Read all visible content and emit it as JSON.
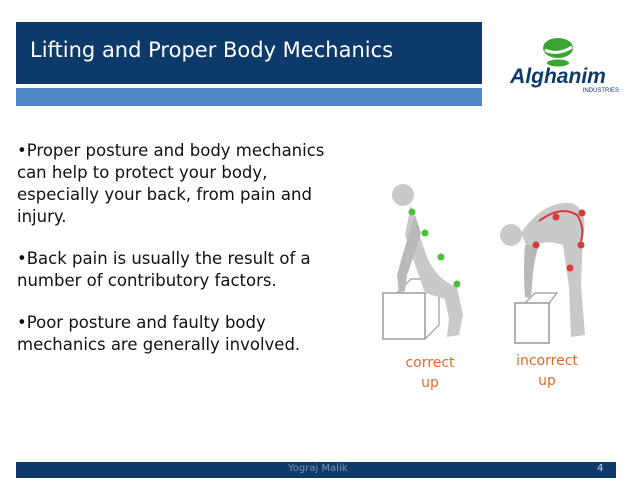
{
  "slide": {
    "title": "Lifting and Proper Body Mechanics",
    "logo_text": "Alghanim",
    "logo_subtext": "INDUSTRIES",
    "bullets": [
      "•Proper posture and body mechanics can help to protect your body, especially your back, from pain and injury.",
      "•Back pain is usually the result of a number of contributory factors.",
      "•Poor posture and faulty body mechanics are generally involved."
    ],
    "figure": {
      "left_caption_line1": "correct",
      "left_caption_line2": "up",
      "right_caption_line1": "incorrect",
      "right_caption_line2": "up"
    },
    "footer": {
      "author": "Yograj Malik",
      "page_number": "4"
    }
  },
  "colors": {
    "title_bar": "#0e3a6b",
    "title_strip": "#4f86c6",
    "logo_green": "#3aa535",
    "logo_navy": "#0e3a6b",
    "correct_dot": "#4cbf3a",
    "incorrect_dot": "#d93a3a",
    "figure_body": "#c9c9c9",
    "caption_orange": "#e06b2a"
  }
}
